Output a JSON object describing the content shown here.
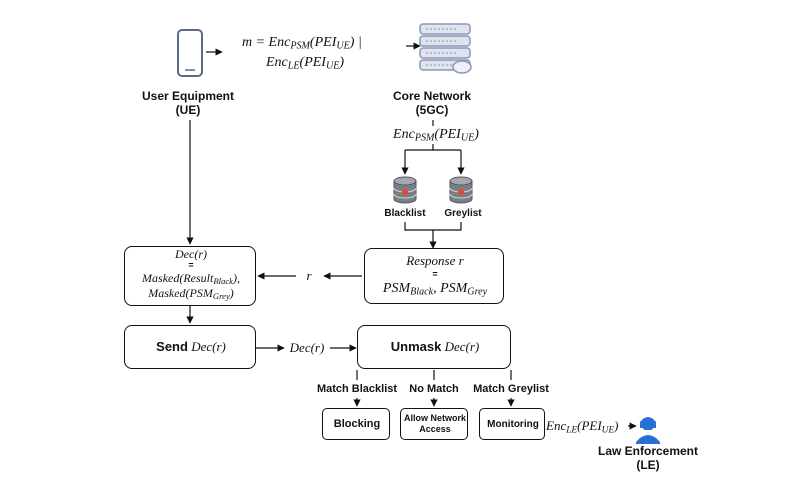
{
  "formula_m": {
    "prefix": "m = Enc",
    "psm": "PSM",
    "arg": "(PEI",
    "ue": "UE",
    "tail": ") |",
    "line2_prefix": "Enc",
    "le": "LE",
    "line2_tail": ")"
  },
  "ue": {
    "title": "User Equipment",
    "abbr": "(UE)"
  },
  "core": {
    "title": "Core Network",
    "abbr": "(5GC)"
  },
  "enc_psm_label": {
    "prefix": "Enc",
    "sub": "PSM",
    "mid": "(PEI",
    "sub2": "UE",
    "tail": ")"
  },
  "db_labels": {
    "blacklist": "Blacklist",
    "greylist": "Greylist"
  },
  "dec_box": {
    "line1": "Dec(r)",
    "line2": "=",
    "line3_prefix": "Masked(Result",
    "line3_sub": "Black",
    "line3_tail": "),",
    "line4_prefix": "Masked(PSM",
    "line4_sub": "Grey",
    "line4_tail": ")"
  },
  "r_label": "r",
  "response_box": {
    "line1": "Response r",
    "line2": "=",
    "line3_a": "PSM",
    "line3_a_sub": "Black",
    "line3_mid": ", PSM",
    "line3_b_sub": "Grey"
  },
  "send_box": {
    "word": "Send",
    "math": "Dec(r)"
  },
  "dec_r_label": "Dec(r)",
  "unmask_box": {
    "word": "Unmask",
    "math": "Dec(r)"
  },
  "branches": {
    "blacklist": "Match Blacklist",
    "nomatch": "No Match",
    "greylist": "Match Greylist"
  },
  "outcomes": {
    "blocking": "Blocking",
    "allow_line1": "Allow Network",
    "allow_line2": "Access",
    "monitoring": "Monitoring"
  },
  "enc_le_label": {
    "prefix": "Enc",
    "sub": "LE",
    "mid": "(PEI",
    "sub2": "UE",
    "tail": ")"
  },
  "le": {
    "title": "Law Enforcement",
    "abbr": "(LE)"
  },
  "colors": {
    "line": "#111111",
    "server": "#8c97b6",
    "db": "#7a7f87",
    "person": "#2a6fd6"
  }
}
